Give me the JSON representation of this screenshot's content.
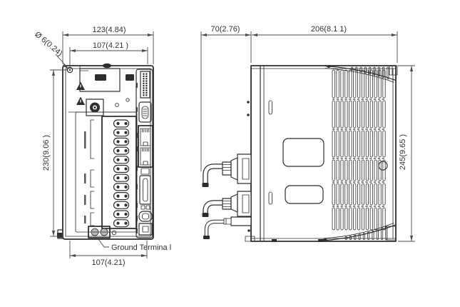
{
  "front_view": {
    "dim_width_total": "123(4.84)",
    "dim_width_mount": "107(4.21 )",
    "dim_hole_diameter": "Ø 6(0.24)",
    "dim_height_mount": "230(9.06 )",
    "dim_width_bottom": "107(4.21)",
    "ground_terminal_label": "Ground Termina l"
  },
  "side_view": {
    "dim_depth_front": "70(2.76)",
    "dim_depth_body": "206(8.1 1)",
    "dim_height": "245(9.65 )"
  },
  "colors": {
    "line": "#2e2e2e",
    "dimension": "#4a4a4a",
    "background": "#ffffff"
  }
}
